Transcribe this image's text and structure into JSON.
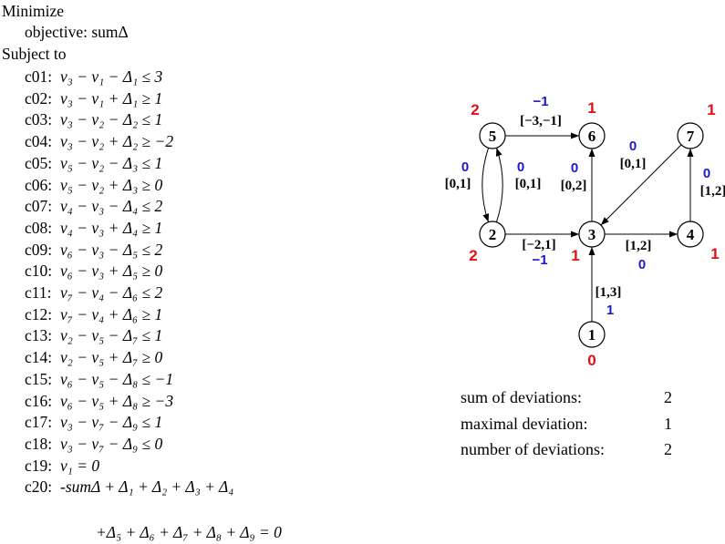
{
  "lp": {
    "heading": "Minimize",
    "objective": "objective: sumΔ",
    "subject": "Subject to",
    "constraints": [
      {
        "id": "c01:",
        "expr": "v₃ − v₁ − Δ₁ ≤ 3"
      },
      {
        "id": "c02:",
        "expr": "v₃ − v₁ + Δ₁ ≥ 1"
      },
      {
        "id": "c03:",
        "expr": "v₃ − v₂ − Δ₂ ≤ 1"
      },
      {
        "id": "c04:",
        "expr": "v₃ − v₂ + Δ₂ ≥ −2"
      },
      {
        "id": "c05:",
        "expr": "v₅ − v₂ − Δ₃ ≤ 1"
      },
      {
        "id": "c06:",
        "expr": "v₅ − v₂ + Δ₃ ≥ 0"
      },
      {
        "id": "c07:",
        "expr": "v₄ − v₃ − Δ₄ ≤ 2"
      },
      {
        "id": "c08:",
        "expr": "v₄ − v₃ + Δ₄ ≥ 1"
      },
      {
        "id": "c09:",
        "expr": "v₆ − v₃ − Δ₅ ≤ 2"
      },
      {
        "id": "c10:",
        "expr": "v₆ − v₃ + Δ₅ ≥ 0"
      },
      {
        "id": "c11:",
        "expr": "v₇ − v₄ − Δ₆ ≤ 2"
      },
      {
        "id": "c12:",
        "expr": "v₇ − v₄ + Δ₆ ≥ 1"
      },
      {
        "id": "c13:",
        "expr": "v₂ − v₅ − Δ₇ ≤ 1"
      },
      {
        "id": "c14:",
        "expr": "v₂ − v₅ + Δ₇ ≥ 0"
      },
      {
        "id": "c15:",
        "expr": "v₆ − v₅ − Δ₈ ≤ −1"
      },
      {
        "id": "c16:",
        "expr": "v₆ − v₅ + Δ₈ ≥ −3"
      },
      {
        "id": "c17:",
        "expr": "v₃ − v₇ − Δ₉ ≤ 1"
      },
      {
        "id": "c18:",
        "expr": "v₃ − v₇ − Δ₉ ≤ 0"
      },
      {
        "id": "c19:",
        "expr": "v₁ = 0"
      },
      {
        "id": "c20:",
        "expr": "-sumΔ + Δ₁ + Δ₂ + Δ₃ + Δ₄"
      }
    ],
    "c20_cont": "+Δ₅ + Δ₆ + Δ₇ + Δ₈ + Δ₉ = 0"
  },
  "graph": {
    "colors": {
      "node_value": "#e01010",
      "edge_flow": "#1a1acc",
      "stroke": "#000000"
    },
    "nodes": [
      {
        "id": "5",
        "value": "2"
      },
      {
        "id": "6",
        "value": "1"
      },
      {
        "id": "7",
        "value": "1"
      },
      {
        "id": "2",
        "value": "2"
      },
      {
        "id": "3",
        "value": "1"
      },
      {
        "id": "4",
        "value": "1"
      },
      {
        "id": "1",
        "value": "0"
      }
    ],
    "edges": [
      {
        "from": "5",
        "to": "6",
        "interval": "[−3,−1]",
        "flow": "−1"
      },
      {
        "from": "5",
        "to": "2",
        "interval": "[0,1]",
        "flow": "0"
      },
      {
        "from": "2",
        "to": "5",
        "interval": "[0,1]",
        "flow": "0"
      },
      {
        "from": "2",
        "to": "3",
        "interval": "[−2,1]",
        "flow": "−1"
      },
      {
        "from": "3",
        "to": "6",
        "interval": "[0,2]",
        "flow": "0"
      },
      {
        "from": "7",
        "to": "3",
        "interval": "[0,1]",
        "flow": "0"
      },
      {
        "from": "3",
        "to": "4",
        "interval": "[1,2]",
        "flow": "0"
      },
      {
        "from": "4",
        "to": "7",
        "interval": "[1,2]",
        "flow": "0"
      },
      {
        "from": "1",
        "to": "3",
        "interval": "[1,3]",
        "flow": "1"
      }
    ]
  },
  "stats": [
    {
      "label": "sum of deviations:",
      "value": "2"
    },
    {
      "label": "maximal deviation:",
      "value": "1"
    },
    {
      "label": "number of deviations:",
      "value": "2"
    }
  ]
}
